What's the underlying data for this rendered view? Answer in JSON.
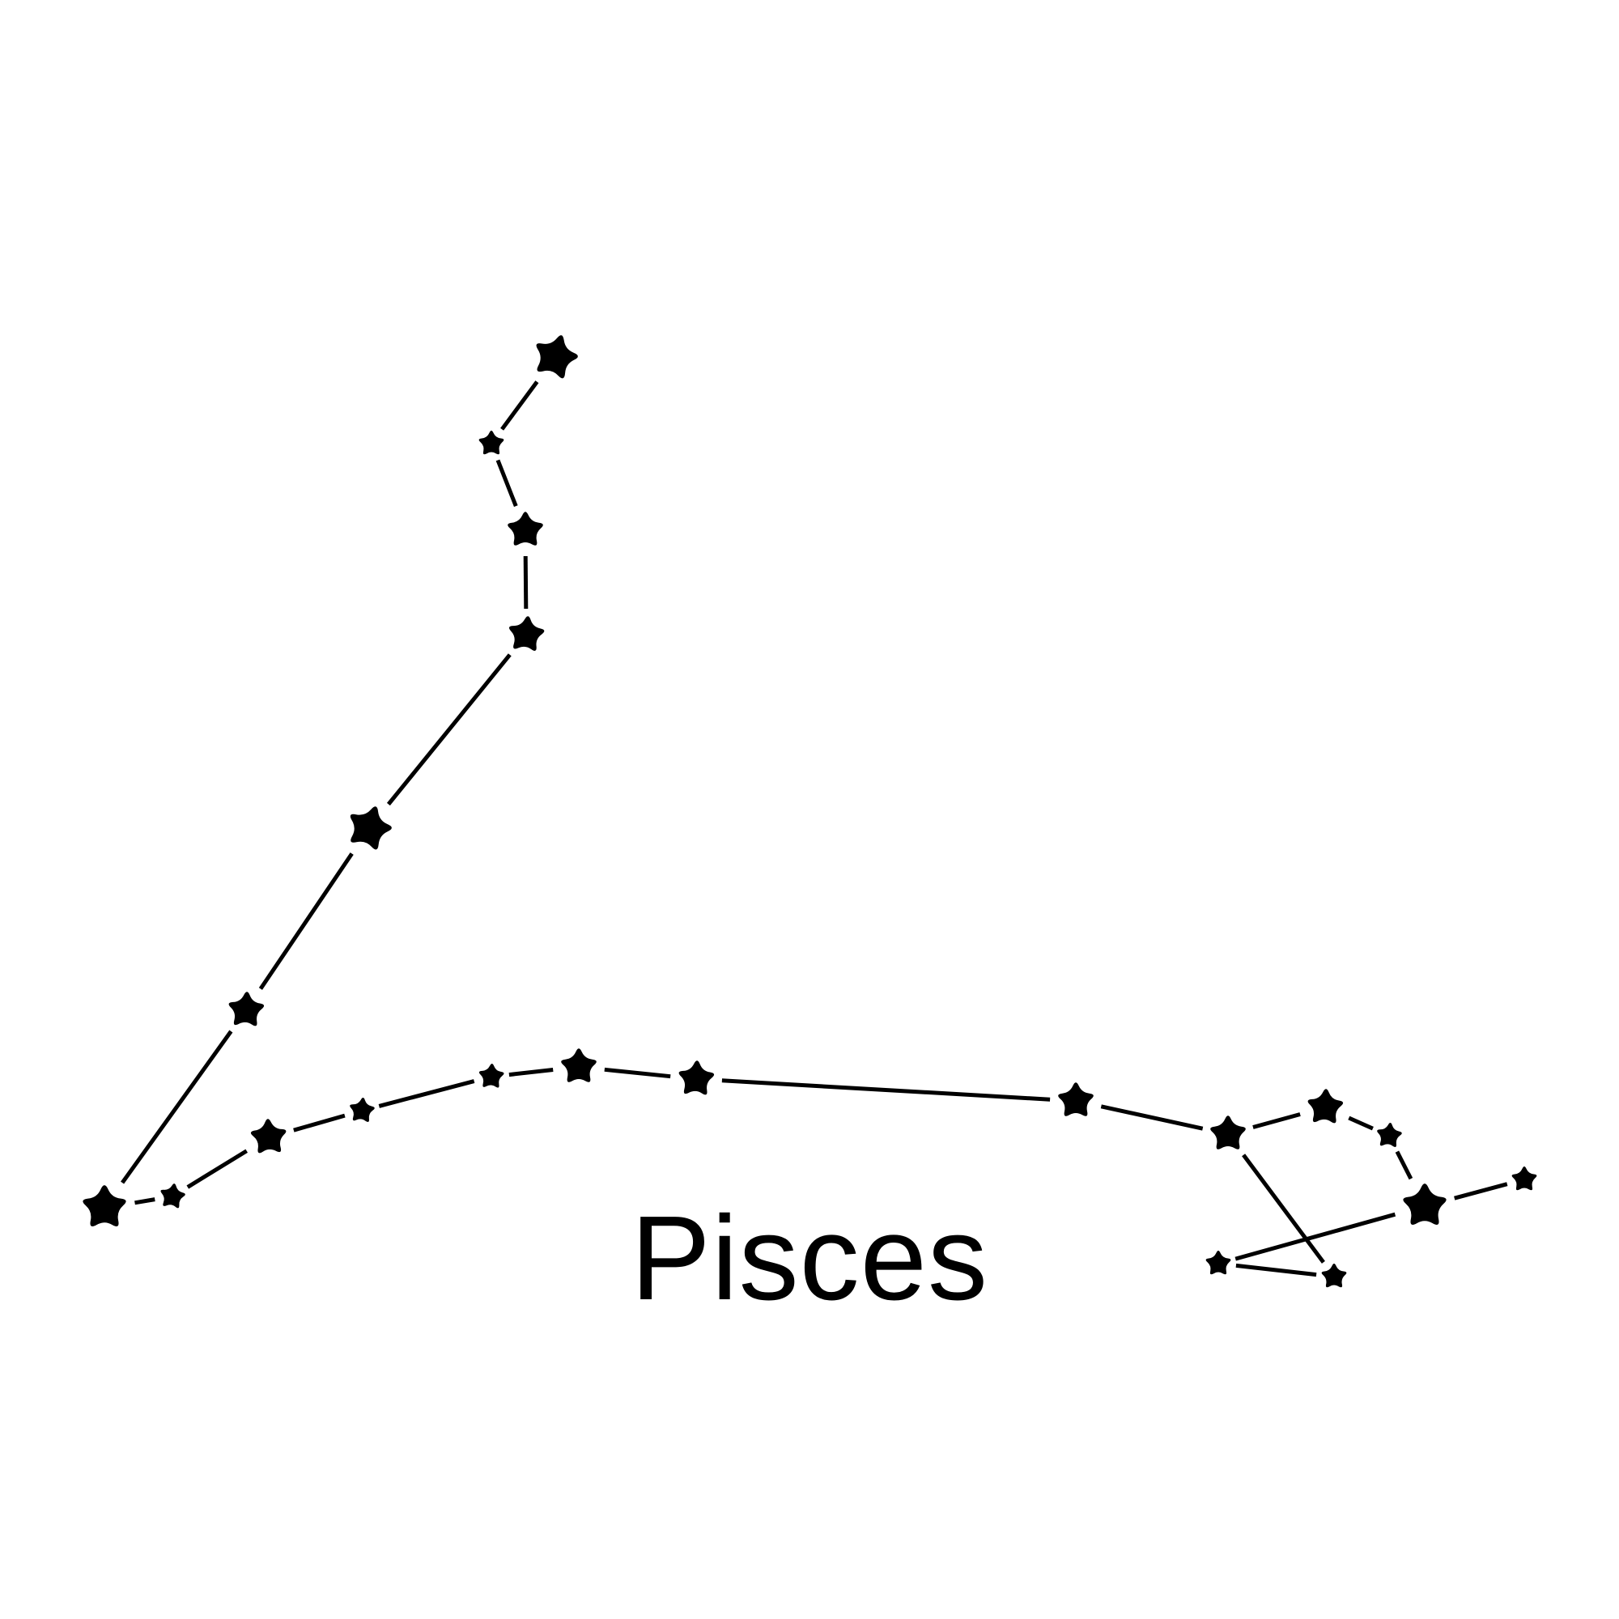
{
  "title": "Pisces",
  "colors": {
    "background": "#ffffff",
    "ink": "#000000"
  },
  "icons": {
    "star": "star-icon"
  },
  "stars": [
    {
      "id": "s1",
      "size": "large"
    },
    {
      "id": "s2",
      "size": "small"
    },
    {
      "id": "s3",
      "size": "medium"
    },
    {
      "id": "s4",
      "size": "medium"
    },
    {
      "id": "s5",
      "size": "large"
    },
    {
      "id": "s6",
      "size": "medium"
    },
    {
      "id": "s7",
      "size": "large"
    },
    {
      "id": "s8",
      "size": "small"
    },
    {
      "id": "s9",
      "size": "medium"
    },
    {
      "id": "s10",
      "size": "small"
    },
    {
      "id": "s11",
      "size": "small"
    },
    {
      "id": "s12",
      "size": "medium"
    },
    {
      "id": "s13",
      "size": "medium"
    },
    {
      "id": "s14",
      "size": "medium"
    },
    {
      "id": "s15",
      "size": "medium"
    },
    {
      "id": "s16",
      "size": "medium"
    },
    {
      "id": "s17",
      "size": "small"
    },
    {
      "id": "s18",
      "size": "large"
    },
    {
      "id": "s19",
      "size": "small"
    },
    {
      "id": "s20",
      "size": "small"
    },
    {
      "id": "s21",
      "size": "small"
    }
  ],
  "connections": [
    [
      "s1",
      "s2"
    ],
    [
      "s2",
      "s3"
    ],
    [
      "s3",
      "s4"
    ],
    [
      "s4",
      "s5"
    ],
    [
      "s5",
      "s6"
    ],
    [
      "s6",
      "s7"
    ],
    [
      "s7",
      "s8"
    ],
    [
      "s8",
      "s9"
    ],
    [
      "s9",
      "s10"
    ],
    [
      "s10",
      "s11"
    ],
    [
      "s11",
      "s12"
    ],
    [
      "s12",
      "s13"
    ],
    [
      "s13",
      "s14"
    ],
    [
      "s14",
      "s15"
    ],
    [
      "s15",
      "s16"
    ],
    [
      "s16",
      "s17"
    ],
    [
      "s17",
      "s18"
    ],
    [
      "s18",
      "s19"
    ],
    [
      "s18",
      "s21"
    ],
    [
      "s21",
      "s20"
    ],
    [
      "s20",
      "s15"
    ]
  ]
}
